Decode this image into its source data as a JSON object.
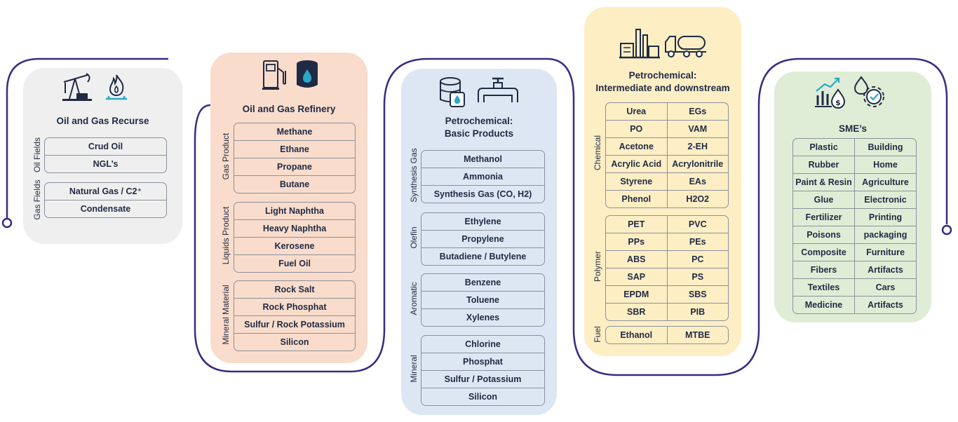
{
  "stages": [
    {
      "title": "Oil and Gas Recurse",
      "icons": [
        "oil-pump-jack-icon",
        "gas-flame-icon"
      ],
      "groups": [
        {
          "label": "Oil Fields",
          "items": [
            "Crud Oil",
            "NGL’s"
          ]
        },
        {
          "label": "Gas Fields",
          "items": [
            "Natural Gas / C2⁺",
            "Condensate"
          ]
        }
      ]
    },
    {
      "title": "Oil and Gas Refinery",
      "icons": [
        "fuel-pump-icon",
        "oil-barrel-icon"
      ],
      "groups": [
        {
          "label": "Gas Product",
          "items": [
            "Methane",
            "Ethane",
            "Propane",
            "Butane"
          ]
        },
        {
          "label": "Liquids Product",
          "items": [
            "Light Naphtha",
            "Heavy Naphtha",
            "Kerosene",
            "Fuel Oil"
          ]
        },
        {
          "label": "Mineral Material",
          "items": [
            "Rock Salt",
            "Rock Phosphat",
            "Sulfur / Rock Potassium",
            "Silicon"
          ]
        }
      ]
    },
    {
      "title_line1": "Petrochemical:",
      "title_line2": "Basic Products",
      "icons": [
        "storage-tank-icon",
        "pipeline-valve-icon"
      ],
      "groups": [
        {
          "label": "Synthesis Gas",
          "items": [
            "Methanol",
            "Ammonia",
            "Synthesis Gas (CO, H2)"
          ]
        },
        {
          "label": "Olefin",
          "items": [
            "Ethylene",
            "Propylene",
            "Butadiene / Butylene"
          ]
        },
        {
          "label": "Aromatic",
          "items": [
            "Benzene",
            "Toluene",
            "Xylenes"
          ]
        },
        {
          "label": "Mineral",
          "items": [
            "Chlorine",
            "Phosphat",
            "Sulfur / Potassium",
            "Silicon"
          ]
        }
      ]
    },
    {
      "title_line1": "Petrochemical:",
      "title_line2": "Intermediate and downstream",
      "icons": [
        "industrial-plant-icon",
        "tanker-truck-icon"
      ],
      "groups": [
        {
          "label": "Chemical",
          "rows": [
            [
              "Urea",
              "EGs"
            ],
            [
              "PO",
              "VAM"
            ],
            [
              "Acetone",
              "2-EH"
            ],
            [
              "Acrylic Acid",
              "Acrylonitrile"
            ],
            [
              "Styrene",
              "EAs"
            ],
            [
              "Phenol",
              "H2O2"
            ]
          ]
        },
        {
          "label": "Polymer",
          "rows": [
            [
              "PET",
              "PVC"
            ],
            [
              "PPs",
              "PEs"
            ],
            [
              "ABS",
              "PC"
            ],
            [
              "SAP",
              "PS"
            ],
            [
              "EPDM",
              "SBS"
            ],
            [
              "SBR",
              "PIB"
            ]
          ]
        },
        {
          "label": "Fuel",
          "rows": [
            [
              "Ethanol",
              "MTBE"
            ]
          ]
        }
      ]
    },
    {
      "title": "SME’s",
      "icons": [
        "growth-chart-dollar-icon",
        "drop-gear-icon"
      ],
      "rows": [
        [
          "Plastic",
          "Building"
        ],
        [
          "Rubber",
          "Home"
        ],
        [
          "Paint & Resin",
          "Agriculture"
        ],
        [
          "Glue",
          "Electronic"
        ],
        [
          "Fertilizer",
          "Printing"
        ],
        [
          "Poisons",
          "packaging"
        ],
        [
          "Composite",
          "Furniture"
        ],
        [
          "Fibers",
          "Artifacts"
        ],
        [
          "Textiles",
          "Cars"
        ],
        [
          "Medicine",
          "Artifacts"
        ]
      ]
    }
  ],
  "colors": {
    "connector": "#3d2a82",
    "card1": "#efefef",
    "card2": "#f9dccb",
    "card3": "#dde7f3",
    "card4": "#fdeec4",
    "card5": "#e0edd6",
    "text": "#1f2a44",
    "icon": "#1f2a44",
    "icon_accent": "#2aa8c9"
  }
}
